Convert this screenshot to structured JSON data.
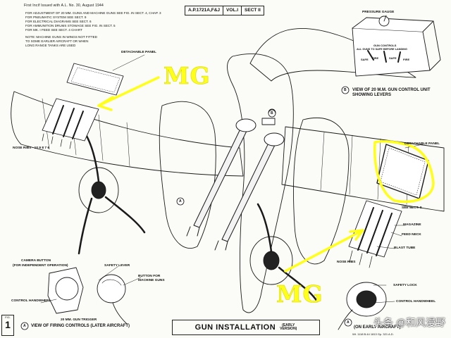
{
  "header": {
    "issue_note": "First Incif Issued with A.L. No. 30, August 1944",
    "ref_parts": [
      "A.P.1721A,F&J",
      "VOL.I",
      "SECT II"
    ]
  },
  "notes": [
    "For adjustment of 20 mm. guns and machine guns see fig. in Sect. 4, Chap. 3",
    "For pneumatic system see Sect. 9",
    "For electrical diagrams see Sect. 6",
    "For ammunition drums stowage see fig. in Sect. 5",
    "For Mk. I feed see Sect. 4 chart",
    "",
    "Note: machine guns in wings not fitted",
    "to some earlier aircraft or when",
    "long range tanks are used"
  ],
  "labels": {
    "detachable_panel_left": "Detachable panel",
    "nose_ribs_left": "Nose ribs - 10  9  8  7  6",
    "detachable_panel_right": "Detachable panel",
    "see_sect": "See Sect. 9",
    "magazine": "Magazine",
    "feed_neck": "Feed neck",
    "blast_tube": "Blast tube",
    "nose_ribs_right": "Nose ribs",
    "pressure_gauge": "Pressure gauge",
    "gun_controls": "Gun controls",
    "gun_controls_sub": "All guns to safe before landing",
    "safe_1": "Safe",
    "fire_1": "Fire",
    "safe_2": "Safe",
    "fire_2": "Fire",
    "camera_button": "Camera button",
    "camera_button_sub": "(For independent operation)",
    "safety_lever": "Safety lever",
    "button_mg": "Button for",
    "button_mg_2": "machine guns",
    "control_handwheel_left": "Control handwheel",
    "trigger_20mm": "20 mm. gun trigger",
    "safety_lock": "Safety lock",
    "control_handwheel_right": "Control handwheel",
    "marker_a_left": "A",
    "marker_a_mid": "A",
    "marker_b": "B"
  },
  "callouts": {
    "view_b_line1": "View of 20 m.m. gun control unit",
    "view_b_line2": "Showing levers",
    "view_a_later": "View of firing controls (later aircraft)",
    "view_a_early": "(On early aircraft)",
    "marker_b_callout": "B",
    "marker_a_callout": "A",
    "marker_a_early": "A"
  },
  "title": {
    "main": "GUN INSTALLATION",
    "sub_line1": "(EARLY",
    "sub_line2": "VERSION)"
  },
  "figure_box": {
    "label": "FIG.",
    "number": "1"
  },
  "annotations": {
    "mg_top": "MG",
    "mg_bottom": "MG",
    "annotation_color": "#ffff1a"
  },
  "watermark": "头条 @和风漫野",
  "bottom_code": "Wt. 1118  B.44  1813  Gp. 321  A.D."
}
